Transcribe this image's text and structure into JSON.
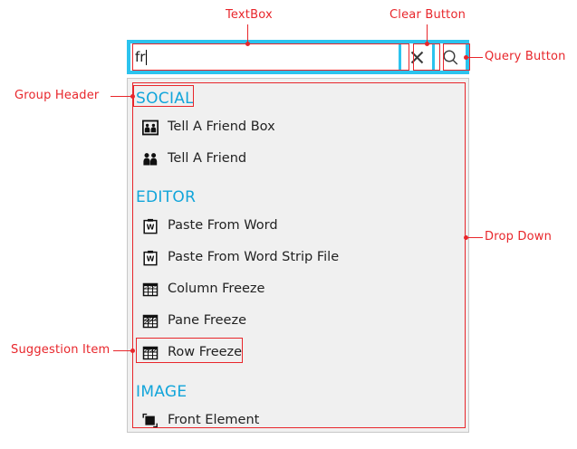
{
  "annotations": [
    {
      "name": "textbox",
      "label": "TextBox"
    },
    {
      "name": "clear-button",
      "label": "Clear Button"
    },
    {
      "name": "query-button",
      "label": "Query Button"
    },
    {
      "name": "drop-down",
      "label": "Drop Down"
    },
    {
      "name": "group-header",
      "label": "Group Header"
    },
    {
      "name": "suggestion-item",
      "label": "Suggestion Item"
    }
  ],
  "search": {
    "value": "fr",
    "placeholder": "",
    "clear_icon": "close-x-icon",
    "query_icon": "magnifier-icon"
  },
  "dropdown": {
    "groups": [
      {
        "header": "SOCIAL",
        "items": [
          {
            "label": "Tell A Friend Box",
            "icon": "tell-a-friend-box-icon"
          },
          {
            "label": "Tell A Friend",
            "icon": "tell-a-friend-icon"
          }
        ]
      },
      {
        "header": "EDITOR",
        "items": [
          {
            "label": "Paste From Word",
            "icon": "paste-from-word-icon"
          },
          {
            "label": "Paste From Word Strip File",
            "icon": "paste-from-word-strip-file-icon"
          },
          {
            "label": "Column Freeze",
            "icon": "column-freeze-icon"
          },
          {
            "label": "Pane Freeze",
            "icon": "pane-freeze-icon"
          },
          {
            "label": "Row Freeze",
            "icon": "row-freeze-icon"
          }
        ]
      },
      {
        "header": "IMAGE",
        "items": [
          {
            "label": "Front Element",
            "icon": "front-element-icon"
          }
        ]
      }
    ]
  },
  "colors": {
    "annotation": "#e8262b",
    "accent_header": "#12a5da",
    "searchbar_focus": "#2cc3ee",
    "dropdown_bg": "#f0f0f0"
  }
}
